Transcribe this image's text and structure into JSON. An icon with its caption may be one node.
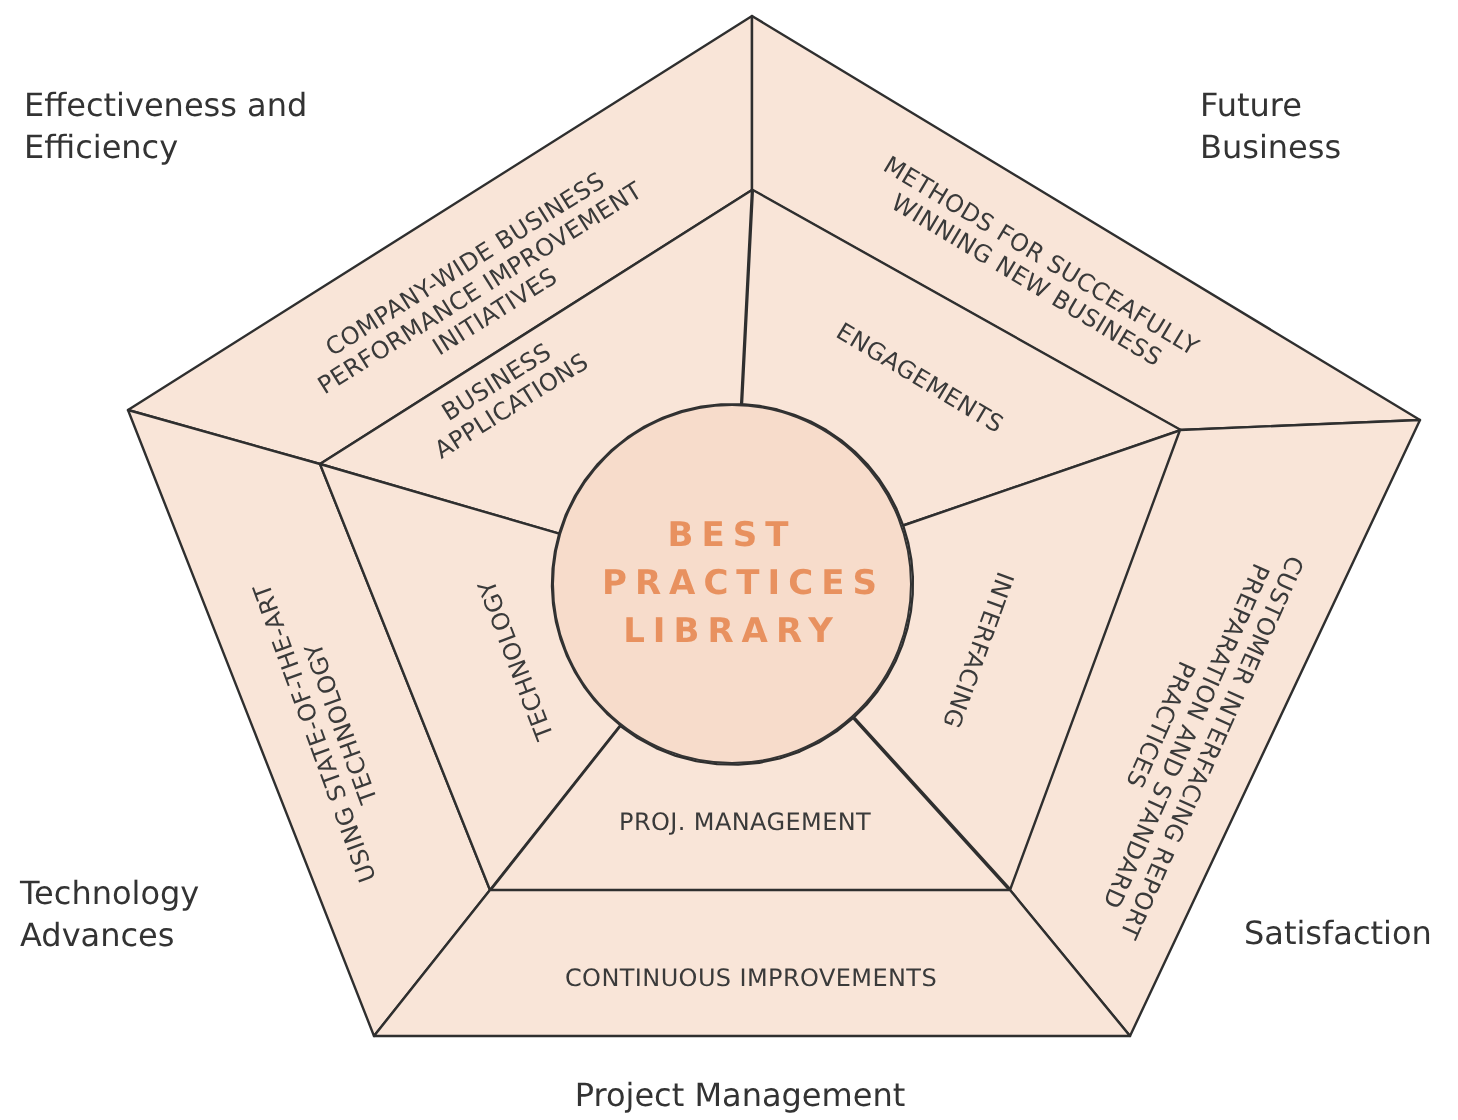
{
  "diagram": {
    "nodes": [
      {
        "text": [
          "COMPANY-WIDE BUSINESS PERFORMANCE IMPROVEMENT INITIATIVES"
        ]
      },
      {
        "text": [
          "METHODS FOR SUCCEAFULLY WINNING NEW BUSINESS"
        ]
      },
      {
        "text": [
          "BUSINESS APPLICATIONS"
        ]
      },
      {
        "text": [
          "ENGAGEMENTS"
        ]
      },
      {
        "text": [
          "BEST PRACTICES LIBRARY"
        ]
      },
      {
        "text": [
          "USING STATE-OF-THE-ART TECHNOLOGY"
        ]
      },
      {
        "text": [
          "TECHNOLOGY"
        ]
      },
      {
        "text": [
          "INTERFACING"
        ]
      },
      {
        "text": [
          "CUSTOMER INTERFACING REPORT PREPARATION AND STANDARD PRACTICES"
        ]
      },
      {
        "text": [
          "PROJ. MANAGEMENT"
        ]
      },
      {
        "text": [
          "CONTINUOUS IMPROVEMENTS"
        ]
      }
    ],
    "labels": [
      "Effectiveness and Efficiency",
      "Future Business",
      "Technology Advances",
      "Satisfaction",
      "Project Management"
    ]
  }
}
